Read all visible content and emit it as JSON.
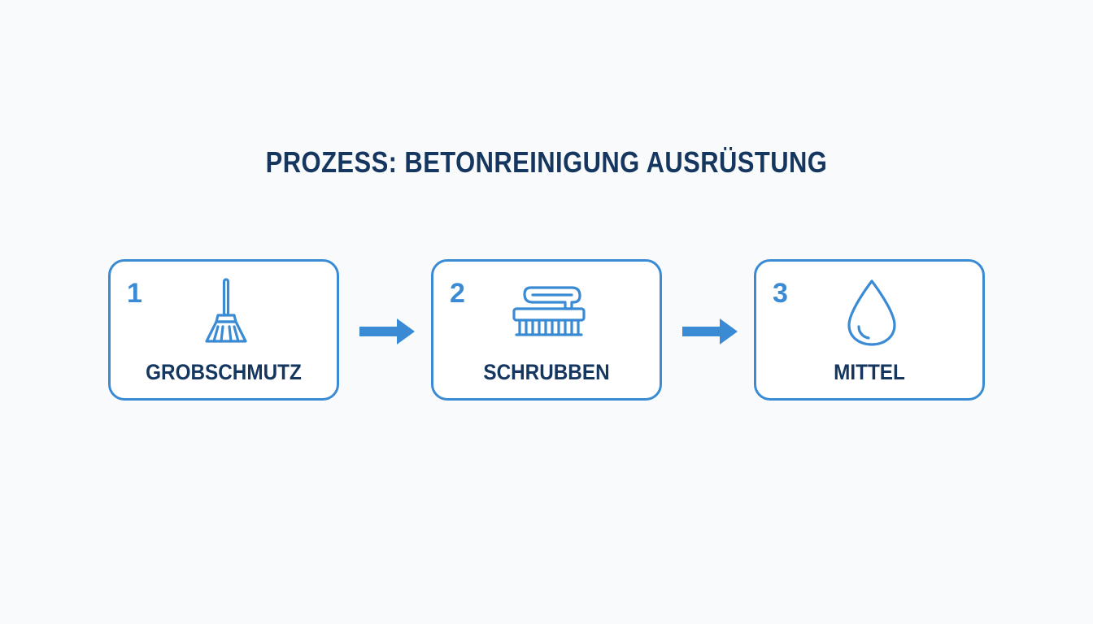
{
  "title": "PROZESS: BETONREINIGUNG AUSRÜSTUNG",
  "colors": {
    "accent": "#3a8bd4",
    "text_dark": "#14365f",
    "background": "#f9fafb"
  },
  "steps": [
    {
      "number": "1",
      "label": "GROBSCHMUTZ",
      "icon": "broom-icon"
    },
    {
      "number": "2",
      "label": "SCHRUBBEN",
      "icon": "scrub-brush-icon"
    },
    {
      "number": "3",
      "label": "MITTEL",
      "icon": "water-drop-icon"
    }
  ],
  "connectors": [
    "arrow-right-icon",
    "arrow-right-icon"
  ]
}
